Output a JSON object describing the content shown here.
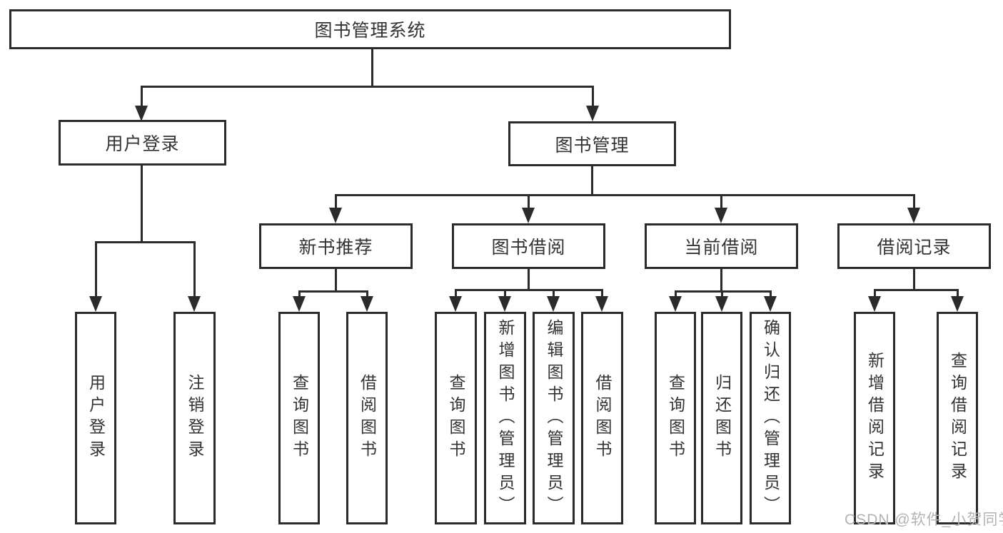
{
  "tree": {
    "label": "图书管理系统",
    "children": [
      {
        "label": "用户登录",
        "children": [
          {
            "label": "用户登录"
          },
          {
            "label": "注销登录"
          }
        ]
      },
      {
        "label": "图书管理",
        "children": [
          {
            "label": "新书推荐",
            "children": [
              {
                "label": "查询图书"
              },
              {
                "label": "借阅图书"
              }
            ]
          },
          {
            "label": "图书借阅",
            "children": [
              {
                "label": "查询图书"
              },
              {
                "label": "新增图书（管理员）"
              },
              {
                "label": "编辑图书（管理员）"
              },
              {
                "label": "借阅图书"
              }
            ]
          },
          {
            "label": "当前借阅",
            "children": [
              {
                "label": "查询图书"
              },
              {
                "label": "归还图书"
              },
              {
                "label": "确认归还（管理员）"
              }
            ]
          },
          {
            "label": "借阅记录",
            "children": [
              {
                "label": "新增借阅记录"
              },
              {
                "label": "查询借阅记录"
              }
            ]
          }
        ]
      }
    ]
  },
  "watermark": {
    "text": "CSDN @软件_小贺同学"
  },
  "colors": {
    "line": "#2b2b2b",
    "text": "#333333",
    "watermark": "#b3b3b3",
    "background": "#ffffff"
  }
}
